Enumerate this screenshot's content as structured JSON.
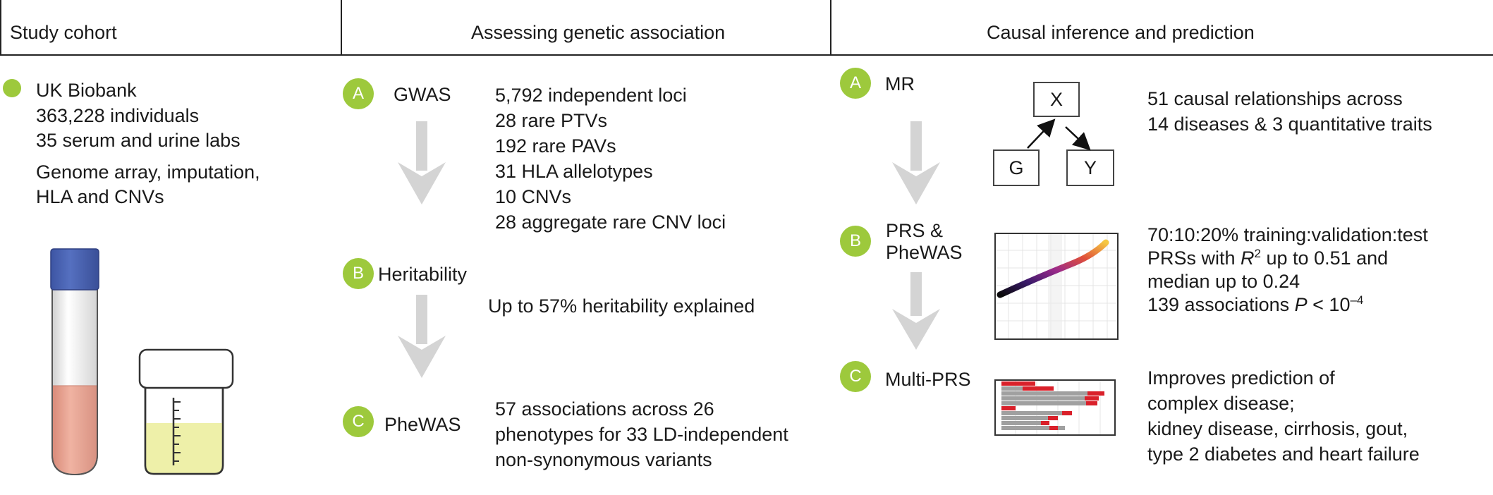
{
  "headers": {
    "study_cohort": "Study cohort",
    "assessing": "Assessing genetic association",
    "causal": "Causal inference and prediction"
  },
  "cohort": {
    "name": "UK Biobank",
    "individuals": "363,228 individuals",
    "labs": "35 serum and urine labs",
    "genome_line1": "Genome array, imputation,",
    "genome_line2": "HLA and CNVs"
  },
  "assessing": {
    "a": {
      "badge": "A",
      "label": "GWAS",
      "results": [
        "5,792 independent loci",
        "28 rare PTVs",
        "192 rare PAVs",
        "31 HLA allelotypes",
        "10 CNVs",
        "28 aggregate rare CNV loci"
      ]
    },
    "b": {
      "badge": "B",
      "label": "Heritability",
      "result": "Up to 57% heritability explained"
    },
    "c": {
      "badge": "C",
      "label": "PheWAS",
      "results": [
        "57 associations across 26",
        "phenotypes for 33 LD-independent",
        "non-synonymous variants"
      ]
    }
  },
  "causal": {
    "a": {
      "badge": "A",
      "label": "MR",
      "diagram": {
        "x": "X",
        "g": "G",
        "y": "Y"
      },
      "results": [
        "51 causal relationships across",
        "14 diseases & 3 quantitative traits"
      ]
    },
    "b": {
      "badge": "B",
      "label_line1": "PRS &",
      "label_line2": "PheWAS",
      "result_line1": "70:10:20% training:validation:test",
      "result_line2_pre": "PRSs with ",
      "result_line2_r": "R",
      "result_line2_sup": "2",
      "result_line2_post": " up to 0.51 and",
      "result_line3": "median up to 0.24",
      "result_line4_pre": "139 associations ",
      "result_line4_p": "P",
      "result_line4_mid": " < 10",
      "result_line4_sup": "–4"
    },
    "c": {
      "badge": "C",
      "label": "Multi-PRS",
      "results": [
        "Improves prediction of",
        "complex disease;",
        "kidney disease, cirrhosis, gout,",
        "type 2 diabetes and heart failure"
      ]
    }
  },
  "colors": {
    "badge": "#9dc93c",
    "arrow": "#d4d4d4",
    "tube_cap": "#4a63b0",
    "blood": "#eaa796",
    "urine": "#eef0a9",
    "bar_red": "#d9202a",
    "bar_grey": "#a0a0a0"
  }
}
